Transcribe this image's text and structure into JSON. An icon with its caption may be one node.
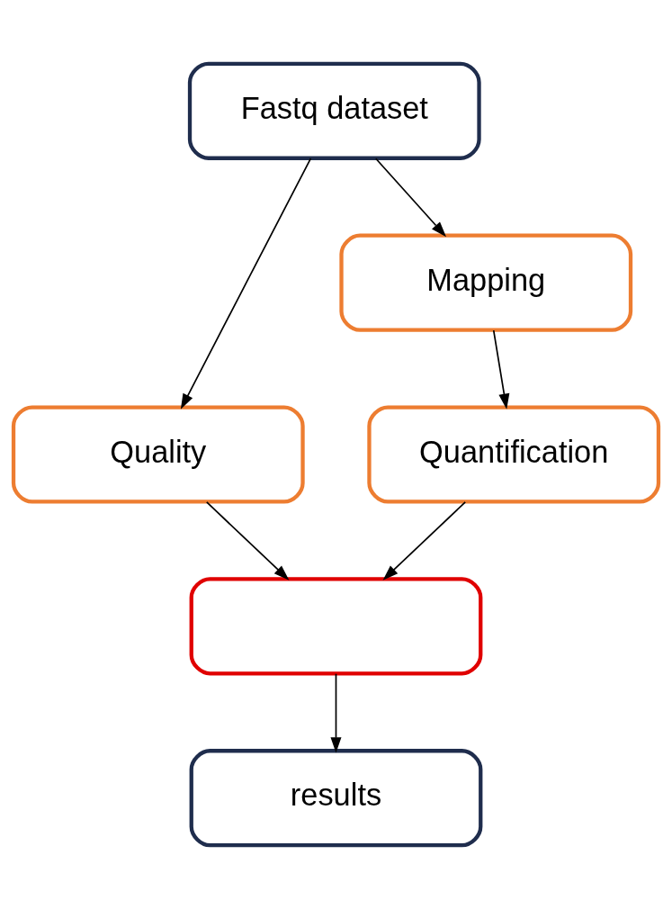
{
  "diagram": {
    "nodes": [
      {
        "text": [
          "Fastq dataset"
        ]
      },
      {
        "text": [
          "Quality"
        ]
      },
      {
        "text": [
          "Mapping"
        ]
      },
      {
        "text": [
          "Quantification"
        ]
      },
      {
        "text": [],
        "shape": "box"
      },
      {
        "text": [
          "results"
        ]
      }
    ],
    "edges": [
      {
        "from": 0,
        "to": 1,
        "arrow": "to"
      },
      {
        "from": 0,
        "to": 2,
        "arrow": "to"
      },
      {
        "from": 2,
        "to": 3,
        "arrow": "to"
      },
      {
        "from": 1,
        "to": 4,
        "arrow": "to"
      },
      {
        "from": 3,
        "to": 4,
        "arrow": "to"
      },
      {
        "from": 4,
        "to": 5,
        "arrow": "to"
      }
    ]
  }
}
